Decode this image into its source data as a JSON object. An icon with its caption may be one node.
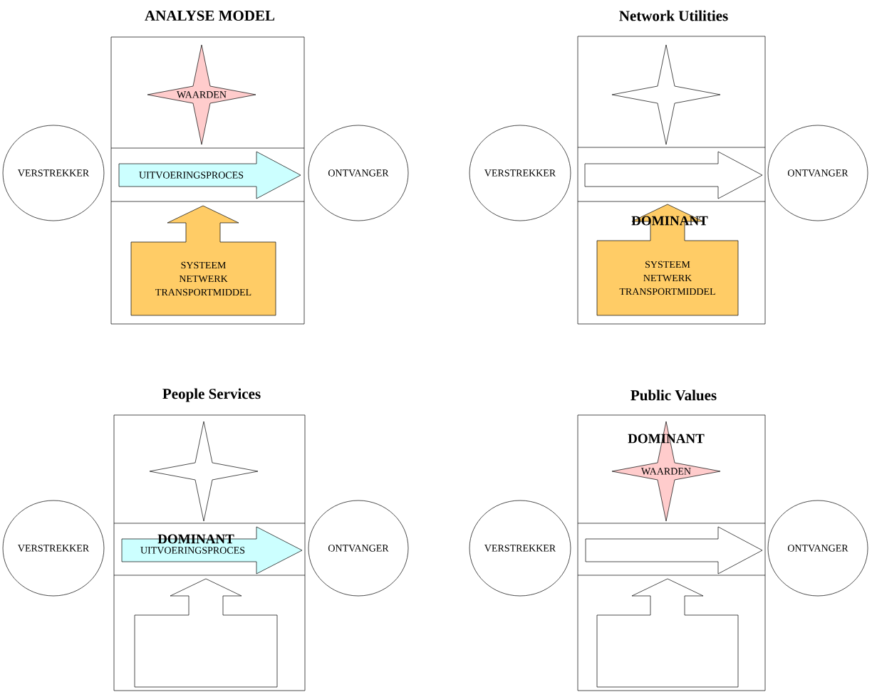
{
  "diagram": {
    "nodes": [
      {
        "text": [
          "ANALYSE MODEL"
        ]
      },
      {
        "text": [
          "WAARDEN"
        ],
        "in": 0
      },
      {
        "text": [
          "VERSTREKKER"
        ]
      },
      {
        "text": [
          "UITVOERINGSPROCES"
        ],
        "in": 0
      },
      {
        "text": [
          "ONTVANGER"
        ]
      },
      {
        "text": [
          "SYSTEEM",
          "NETWERK",
          "TRANSPORTMIDDEL"
        ],
        "in": 0
      },
      {
        "text": [
          "Network Utilities"
        ]
      },
      {
        "text": [],
        "shape": "star",
        "in": 6
      },
      {
        "text": [
          "VERSTREKKER"
        ]
      },
      {
        "text": [],
        "shape": "arrow",
        "in": 6
      },
      {
        "text": [
          "ONTVANGER"
        ]
      },
      {
        "text": [
          "DOMINANT",
          "SYSTEEM",
          "NETWERK",
          "TRANSPORTMIDDEL"
        ],
        "in": 6
      },
      {
        "text": [
          "People Services"
        ]
      },
      {
        "text": [],
        "shape": "star",
        "in": 12
      },
      {
        "text": [
          "VERSTREKKER"
        ]
      },
      {
        "text": [
          "DOMINANT",
          "UITVOERINGSPROCES"
        ],
        "in": 12
      },
      {
        "text": [
          "ONTVANGER"
        ]
      },
      {
        "text": [],
        "shape": "arrow",
        "in": 12
      },
      {
        "text": [
          "Public Values"
        ]
      },
      {
        "text": [
          "DOMINANT",
          "WAARDEN"
        ],
        "in": 18
      },
      {
        "text": [
          "VERSTREKKER"
        ]
      },
      {
        "text": [],
        "shape": "arrow",
        "in": 18
      },
      {
        "text": [
          "ONTVANGER"
        ]
      },
      {
        "text": [],
        "shape": "arrow",
        "in": 18
      }
    ]
  }
}
